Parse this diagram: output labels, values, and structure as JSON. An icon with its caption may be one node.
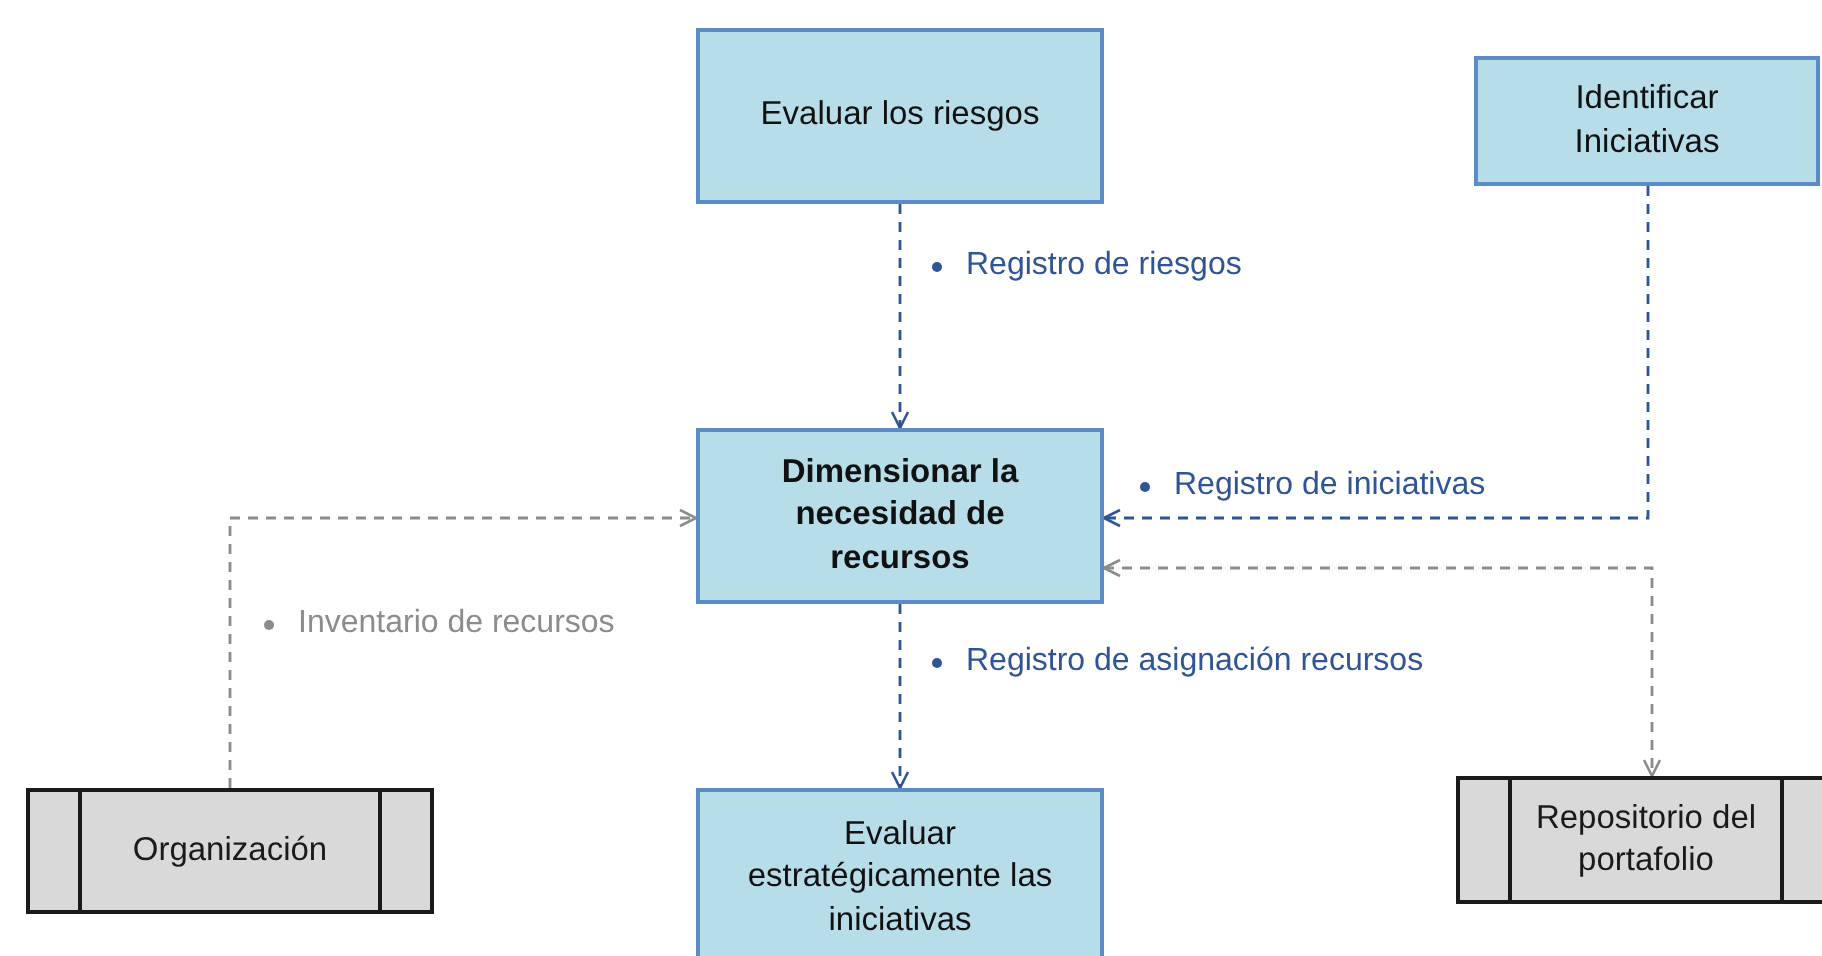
{
  "diagram": {
    "nodes": [
      {
        "text": [
          "Evaluar los riesgos"
        ]
      },
      {
        "text": [
          "Identificar Iniciativas"
        ]
      },
      {
        "text": [
          "Dimensionar la necesidad de recursos"
        ]
      },
      {
        "text": [
          "Organización"
        ]
      },
      {
        "text": [
          "Evaluar estratégicamente las iniciativas"
        ]
      },
      {
        "text": [
          "Repositorio del portafolio"
        ]
      }
    ],
    "edges": [
      {
        "from": 0,
        "to": 2,
        "arrow": "to",
        "label": "Registro de riesgos",
        "style": "dashed"
      },
      {
        "from": 1,
        "to": 2,
        "arrow": "to",
        "label": "Registro de iniciativas",
        "style": "dashed"
      },
      {
        "from": 3,
        "to": 2,
        "arrow": "to",
        "label": "Inventario de recursos",
        "style": "dashed",
        "color": "#8c8c8c"
      },
      {
        "from": 2,
        "to": 4,
        "arrow": "to",
        "label": "Registro de asignación recursos",
        "style": "dashed"
      },
      {
        "from": 2,
        "to": 5,
        "arrow": "both",
        "style": "dashed",
        "color": "#8c8c8c"
      }
    ]
  }
}
